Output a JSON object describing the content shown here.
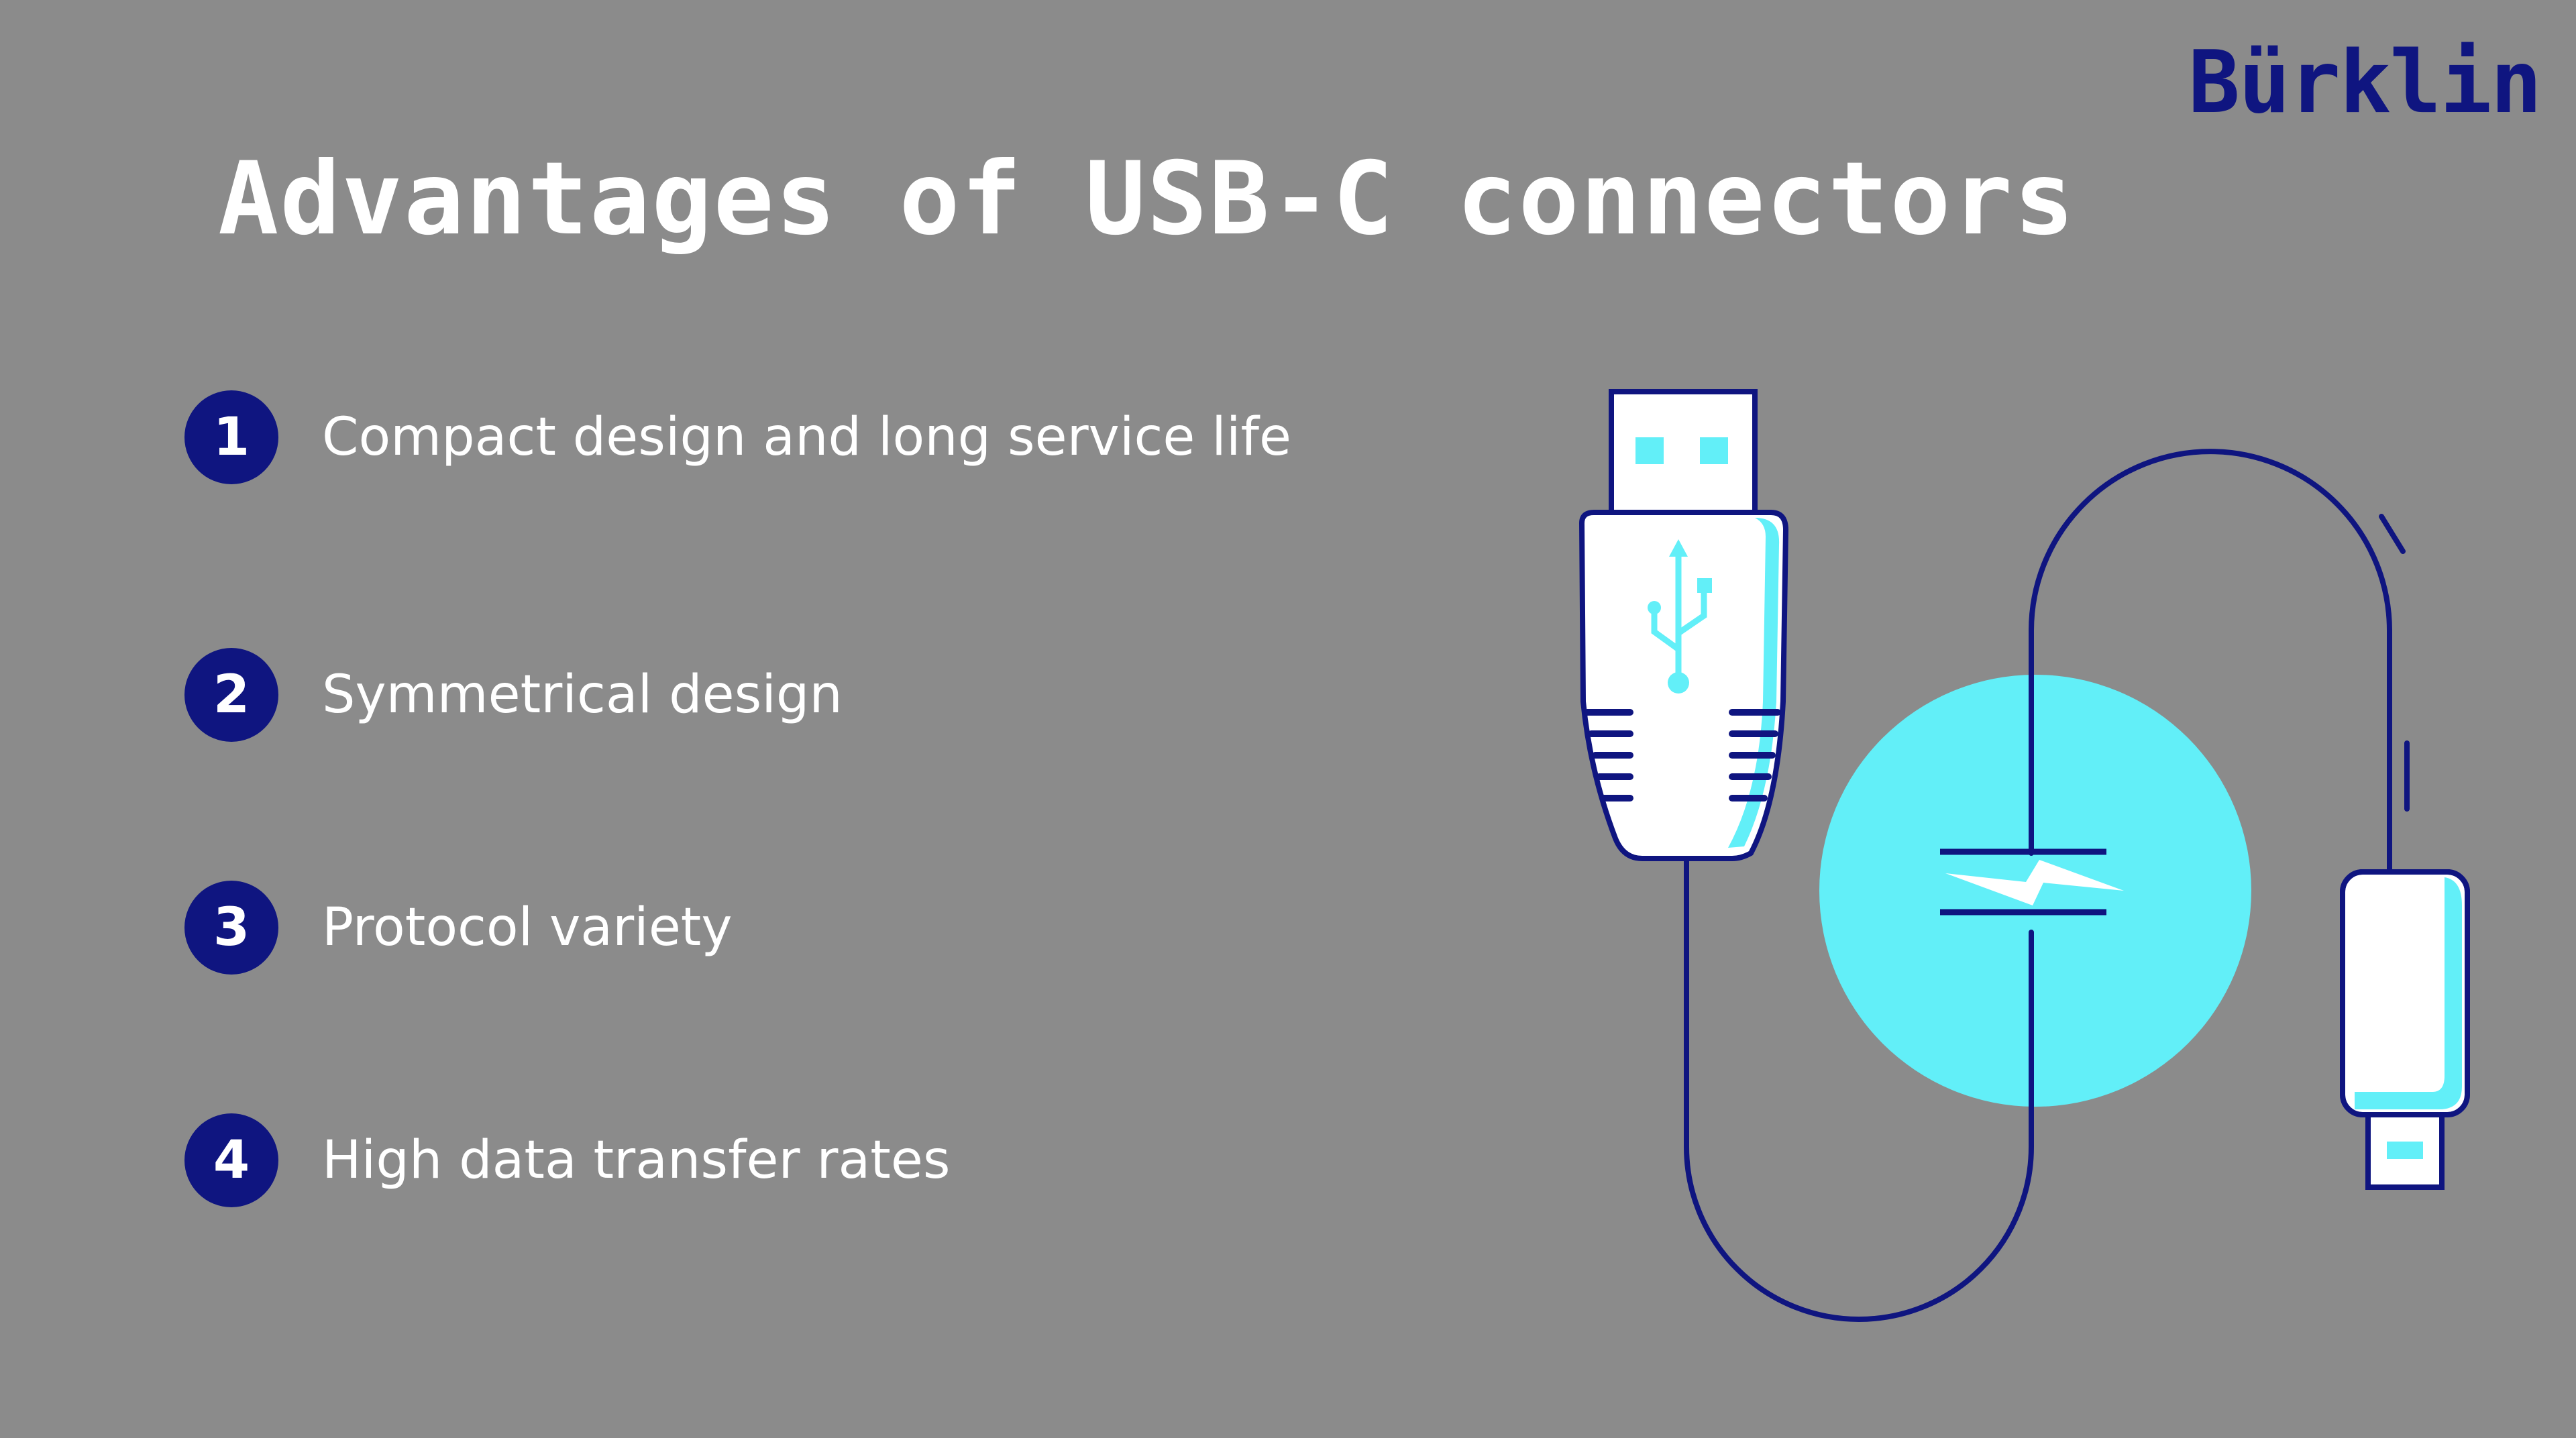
{
  "brand": {
    "logo_text": "Bürklin",
    "colors": {
      "background": "#8b8b8b",
      "navy": "#0f1580",
      "cyan": "#62eff8",
      "white": "#ffffff"
    }
  },
  "slide": {
    "title": "Advantages of USB-C connectors",
    "items": [
      {
        "number": "1",
        "text": "Compact design and long service life"
      },
      {
        "number": "2",
        "text": "Symmetrical design"
      },
      {
        "number": "3",
        "text": "Protocol variety"
      },
      {
        "number": "4",
        "text": "High data transfer rates"
      }
    ]
  },
  "illustration": {
    "icons": [
      "usb-a-plug-icon",
      "usb-c-plug-icon",
      "usb-symbol-icon",
      "cable-icon",
      "lightning-icon"
    ]
  }
}
